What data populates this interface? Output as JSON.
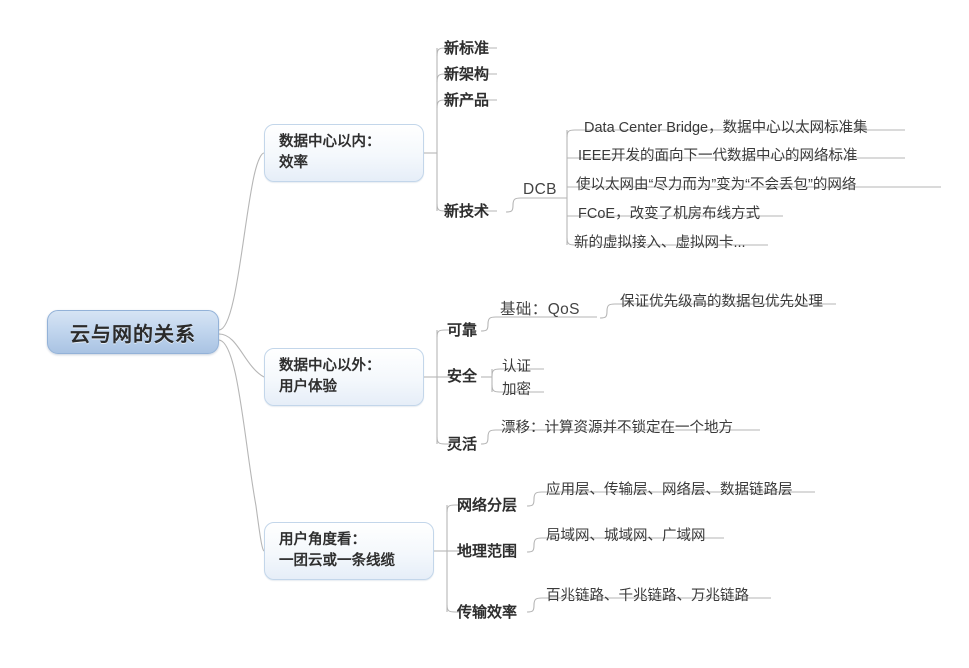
{
  "diagram": {
    "type": "mind-map",
    "title": "云与网的关系",
    "colors": {
      "root_fill_top": "#d6e4f4",
      "root_fill_bottom": "#a9c3e3",
      "root_border": "#93b2d8",
      "branch_fill_top": "#ffffff",
      "branch_fill_bottom": "#e6eef8",
      "branch_border": "#c3d6ea",
      "connector": "#b6b6b6",
      "text": "#333333",
      "background": "#ffffff"
    }
  },
  "root": {
    "label": "云与网的关系"
  },
  "branches": [
    {
      "id": "inside-dc",
      "line1": "数据中心以内：",
      "line2": "效率",
      "children": [
        {
          "label": "新标准"
        },
        {
          "label": "新架构"
        },
        {
          "label": "新产品"
        },
        {
          "label": "新技术",
          "children": [
            {
              "label": "DCB",
              "children": [
                {
                  "label": "Data Center Bridge，数据中心以太网标准集"
                },
                {
                  "label": "IEEE开发的面向下一代数据中心的网络标准"
                },
                {
                  "label": "使以太网由“尽力而为”变为“不会丢包”的网络"
                },
                {
                  "label": "FCoE，改变了机房布线方式"
                },
                {
                  "label": "新的虚拟接入、虚拟网卡..."
                }
              ]
            }
          ]
        }
      ]
    },
    {
      "id": "outside-dc",
      "line1": "数据中心以外：",
      "line2": "用户体验",
      "children": [
        {
          "label": "可靠",
          "children": [
            {
              "label": "基础：QoS",
              "children": [
                {
                  "label": "保证优先级高的数据包优先处理"
                }
              ]
            }
          ]
        },
        {
          "label": "安全",
          "children": [
            {
              "label": "认证"
            },
            {
              "label": "加密"
            }
          ]
        },
        {
          "label": "灵活",
          "children": [
            {
              "label": "漂移：计算资源并不锁定在一个地方"
            }
          ]
        }
      ]
    },
    {
      "id": "user-view",
      "line1": "用户角度看：",
      "line2": "一团云或一条线缆",
      "children": [
        {
          "label": "网络分层",
          "children": [
            {
              "label": "应用层、传输层、网络层、数据链路层"
            }
          ]
        },
        {
          "label": "地理范围",
          "children": [
            {
              "label": "局域网、城域网、广域网"
            }
          ]
        },
        {
          "label": "传输效率",
          "children": [
            {
              "label": "百兆链路、千兆链路、万兆链路"
            }
          ]
        }
      ]
    }
  ]
}
